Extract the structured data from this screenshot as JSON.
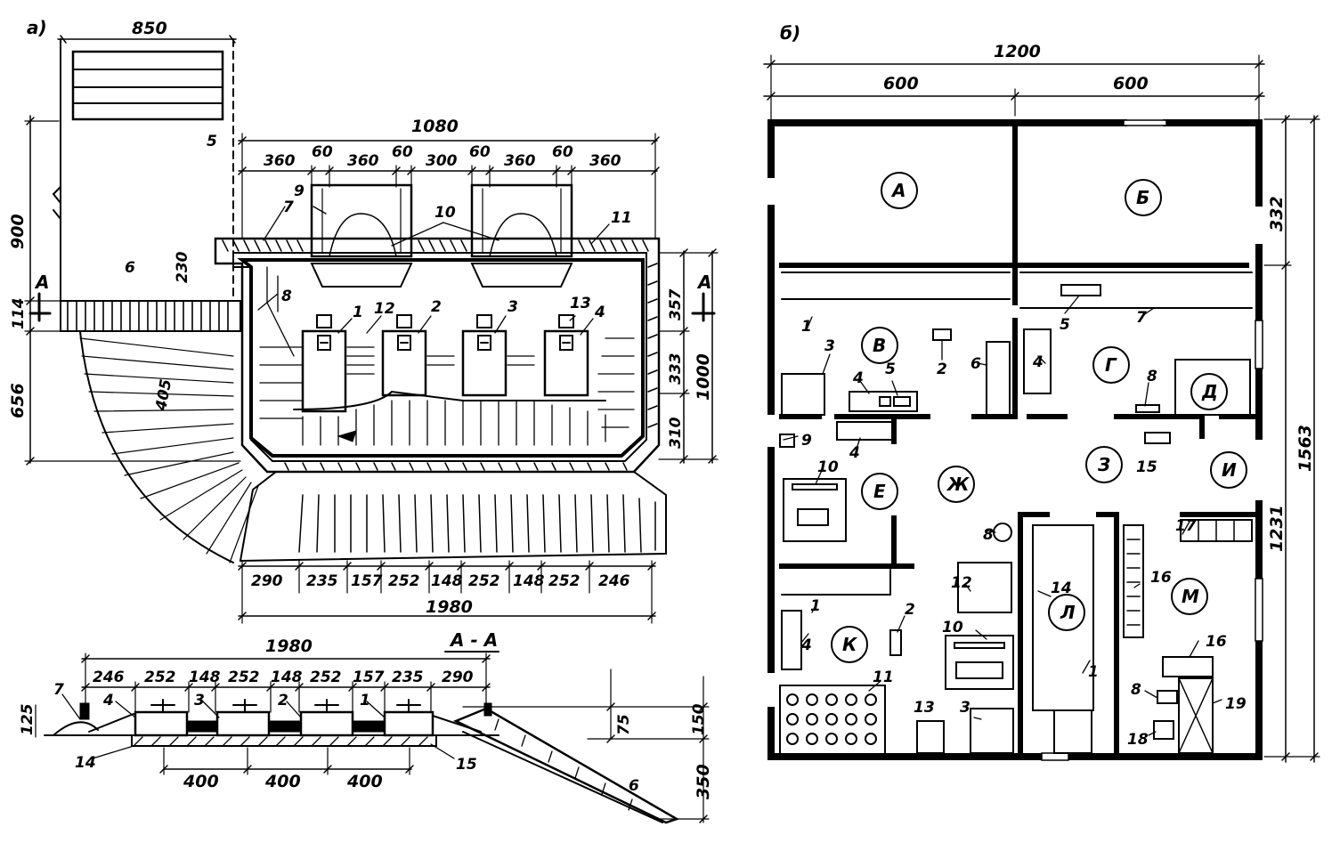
{
  "panel_a": {
    "label": "а)",
    "dims": {
      "top_width": "850",
      "overall_top": "1080",
      "top_segments": [
        "360",
        "60",
        "360",
        "60",
        "300",
        "60",
        "360",
        "60",
        "360"
      ],
      "left_height": "900",
      "left_230": "230",
      "left_114": "114",
      "left_656": "656",
      "diag_405": "405",
      "right_357": "357",
      "right_333": "333",
      "right_310": "310",
      "right_1000": "1000",
      "bottom_segments": [
        "290",
        "235",
        "157",
        "252",
        "148",
        "252",
        "148",
        "252",
        "246"
      ],
      "bottom_total": "1980"
    },
    "callouts": [
      "1",
      "2",
      "3",
      "4",
      "5",
      "6",
      "7",
      "8",
      "9",
      "10",
      "11",
      "12",
      "13"
    ],
    "section_mark": "А"
  },
  "section_aa": {
    "title": "А - А",
    "overall": "1980",
    "top_segments": [
      "246",
      "252",
      "148",
      "252",
      "148",
      "252",
      "157",
      "235",
      "290"
    ],
    "bottom_segments": [
      "400",
      "400",
      "400"
    ],
    "left_125": "125",
    "right_75": "75",
    "right_150": "150",
    "right_350": "350",
    "callouts": [
      "7",
      "4",
      "3",
      "2",
      "1",
      "14",
      "15",
      "6"
    ]
  },
  "panel_b": {
    "label": "б)",
    "dims": {
      "overall_width": "1200",
      "half_left": "600",
      "half_right": "600",
      "right_332": "332",
      "right_1231": "1231",
      "right_1563": "1563"
    },
    "rooms": [
      "А",
      "Б",
      "В",
      "Г",
      "Д",
      "Е",
      "Ж",
      "З",
      "И",
      "К",
      "Л",
      "М"
    ],
    "callouts": [
      "1",
      "2",
      "3",
      "4",
      "5",
      "6",
      "7",
      "8",
      "9",
      "10",
      "11",
      "12",
      "13",
      "14",
      "15",
      "16",
      "17",
      "18",
      "19"
    ]
  }
}
